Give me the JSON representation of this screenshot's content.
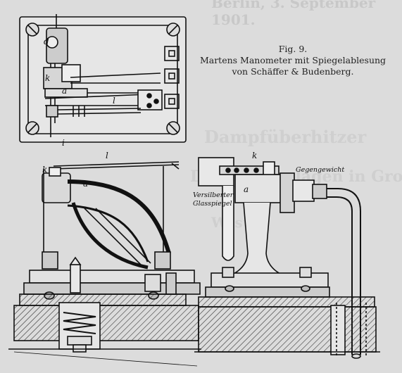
{
  "page": {
    "header_text": "Berlin, 3. September 1901.",
    "caption": {
      "figure": "Fig. 9.",
      "line1": "Martens Manometer mit Spiegelablesung",
      "line2": "von Schäffer & Budenberg."
    }
  },
  "labels": {
    "top_d": "d",
    "top_k": "k",
    "top_a": "a",
    "top_l": "l",
    "top_i": "i",
    "side_l": "l",
    "side_k": "k",
    "side_a": "a",
    "front_k": "k",
    "front_a": "a",
    "gegengewicht": "Gegengewicht",
    "spiegel_1": "Versilberter",
    "spiegel_2": "Glasspiegel"
  }
}
